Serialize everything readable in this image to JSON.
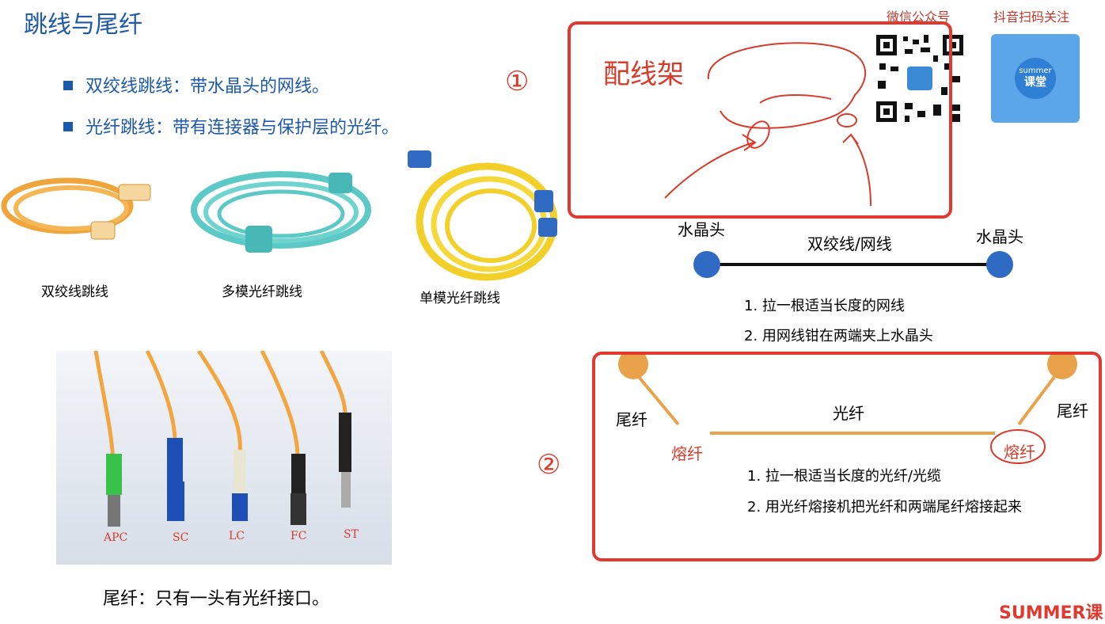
{
  "title": "跳线与尾纤",
  "bullets": [
    "双绞线跳线：带水晶头的网线。",
    "光纤跳线：带有连接器与保护层的光纤。"
  ],
  "cables": [
    {
      "caption": "双绞线跳线"
    },
    {
      "caption": "多模光纤跳线"
    },
    {
      "caption": "单模光纤跳线"
    }
  ],
  "pigtail_labels": [
    "APC",
    "SC",
    "LC",
    "FC",
    "ST"
  ],
  "pigtail_caption": "尾纤：只有一头有光纤接口。",
  "qr": {
    "wechat_label": "微信公众号",
    "douyin_label": "抖音扫码关注",
    "brand": "summer",
    "brand_sub": "课堂"
  },
  "circle1": "①",
  "circle2": "②",
  "patch_panel_label": "配线架",
  "ethernet": {
    "left_label": "水晶头",
    "right_label": "水晶头",
    "center_label": "双绞线/网线",
    "steps": [
      "1.  拉一根适当长度的网线",
      "2.  用网线钳在两端夹上水晶头"
    ]
  },
  "fiber": {
    "left_label": "尾纤",
    "right_label": "尾纤",
    "center_label": "光纤",
    "splice_left": "熔纤",
    "splice_right": "熔纤",
    "steps": [
      "1.  拉一根适当长度的光纤/光缆",
      "2.  用光纤熔接机把光纤和两端尾纤熔接起来"
    ]
  },
  "footer_brand": "SUMMER课",
  "colors": {
    "title_blue": "#1d5aa8",
    "red": "#e03a2e",
    "orange": "#e9a24a",
    "cable_blue": "#2f6bc2"
  }
}
